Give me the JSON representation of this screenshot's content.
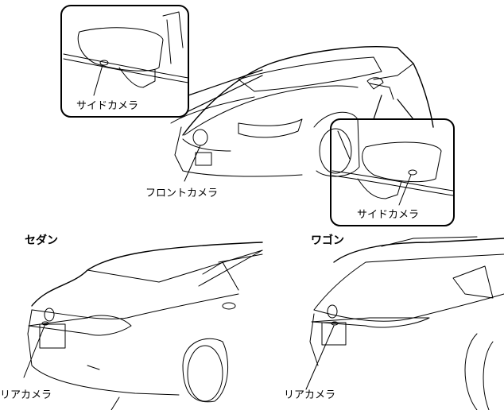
{
  "labels": {
    "side_camera_top": "サイドカメラ",
    "side_camera_bottom": "サイドカメラ",
    "front_camera": "フロントカメラ",
    "rear_camera_sedan": "リアカメラ",
    "rear_camera_wagon": "リアカメラ"
  },
  "titles": {
    "sedan": "セダン",
    "wagon": "ワゴン"
  }
}
